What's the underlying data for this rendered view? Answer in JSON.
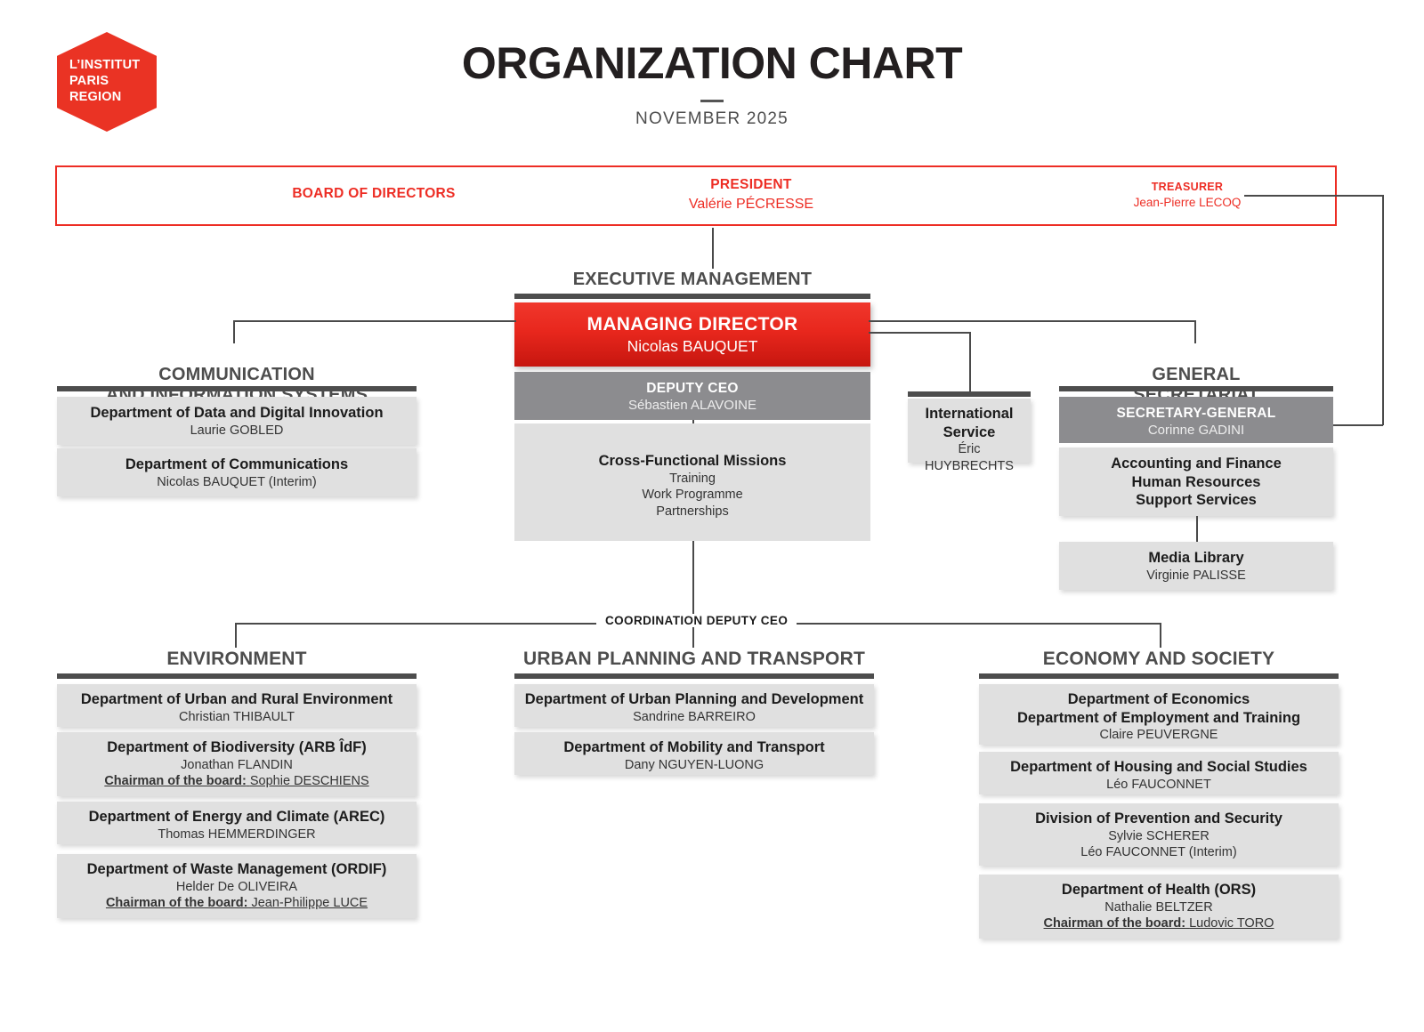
{
  "logo": {
    "text": "L’INSTITUT\nPARIS\nREGION",
    "color": "#ea3324"
  },
  "header": {
    "title": "ORGANIZATION CHART",
    "subtitle": "NOVEMBER 2025"
  },
  "colors": {
    "brand_red": "#ed2d24",
    "dark_grey": "#4d4d4d",
    "mid_grey": "#8c8c8f",
    "box_grey": "#e0e0e0"
  },
  "board": {
    "directors_label": "BOARD OF DIRECTORS",
    "president": {
      "role": "PRESIDENT",
      "name": "Valérie PÉCRESSE"
    },
    "treasurer": {
      "role": "TREASURER",
      "name": "Jean-Pierre LECOQ"
    }
  },
  "executive": {
    "section_title": "EXECUTIVE MANAGEMENT",
    "managing_director": {
      "role": "MANAGING DIRECTOR",
      "name": "Nicolas BAUQUET"
    },
    "deputy_ceo": {
      "role": "DEPUTY CEO",
      "name": "Sébastien ALAVOINE"
    },
    "cross_functional": {
      "title": "Cross-Functional Missions",
      "lines": [
        "Training",
        "Work Programme",
        "Partnerships"
      ]
    }
  },
  "communication": {
    "section_title": "COMMUNICATION\nAND INFORMATION SYSTEMS",
    "boxes": [
      {
        "title": "Department of Data and Digital Innovation",
        "name": "Laurie GOBLED"
      },
      {
        "title": "Department of Communications",
        "name": "Nicolas BAUQUET (Interim)"
      }
    ]
  },
  "international": {
    "title": "International\nService",
    "name": "Éric HUYBRECHTS"
  },
  "general_secretariat": {
    "section_title": "GENERAL\nSECRETARIAT",
    "secretary_general": {
      "role": "SECRETARY-GENERAL",
      "name": "Corinne GADINI"
    },
    "services": [
      "Accounting and Finance",
      "Human Resources",
      "Support Services"
    ],
    "media_library": {
      "title": "Media Library",
      "name": "Virginie PALISSE"
    }
  },
  "coordination": {
    "label": "COORDINATION DEPUTY CEO"
  },
  "environment": {
    "section_title": "ENVIRONMENT",
    "boxes": [
      {
        "title": "Department of Urban and Rural Environment",
        "name": "Christian THIBAULT",
        "chair_label": "",
        "chair_name": ""
      },
      {
        "title": "Department of Biodiversity (ARB ÎdF)",
        "name": "Jonathan FLANDIN",
        "chair_label": "Chairman of the board:",
        "chair_name": "Sophie DESCHIENS"
      },
      {
        "title": "Department of Energy and Climate (AREC)",
        "name": "Thomas HEMMERDINGER",
        "chair_label": "",
        "chair_name": ""
      },
      {
        "title": "Department of Waste Management (ORDIF)",
        "name": "Helder De OLIVEIRA",
        "chair_label": "Chairman of the board:",
        "chair_name": "Jean-Philippe LUCE"
      }
    ]
  },
  "urban": {
    "section_title": "URBAN PLANNING AND TRANSPORT",
    "boxes": [
      {
        "title": "Department of Urban Planning and Development",
        "name": "Sandrine BARREIRO"
      },
      {
        "title": "Department of Mobility and Transport",
        "name": "Dany NGUYEN-LUONG"
      }
    ]
  },
  "economy": {
    "section_title": "ECONOMY AND SOCIETY",
    "boxes": [
      {
        "title": "Department of Economics\nDepartment of Employment and Training",
        "name": "Claire PEUVERGNE",
        "name2": "",
        "chair_label": "",
        "chair_name": ""
      },
      {
        "title": "Department of Housing and Social Studies",
        "name": "Léo FAUCONNET",
        "name2": "",
        "chair_label": "",
        "chair_name": ""
      },
      {
        "title": "Division of Prevention and Security",
        "name": "Sylvie SCHERER",
        "name2": "Léo FAUCONNET (Interim)",
        "chair_label": "",
        "chair_name": ""
      },
      {
        "title": "Department of Health (ORS)",
        "name": "Nathalie BELTZER",
        "name2": "",
        "chair_label": "Chairman of the board:",
        "chair_name": "Ludovic TORO"
      }
    ]
  }
}
